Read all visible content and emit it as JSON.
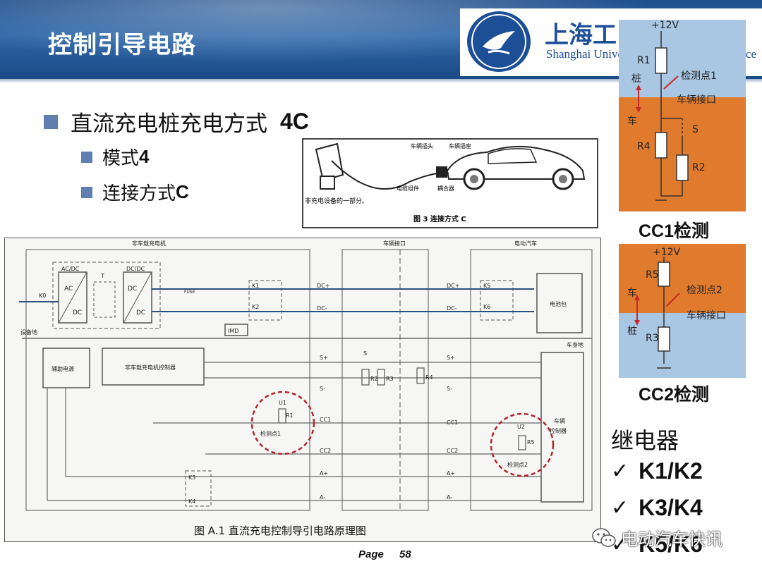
{
  "header": {
    "title": "控制引导电路",
    "logo_cn": "上海工",
    "logo_en": "Shanghai Unive",
    "logo_en_tail": "ce"
  },
  "bullets": {
    "main_text": "直流充电桩充电方式",
    "main_code": "4C",
    "sub1_text": "模式",
    "sub1_code": "4",
    "sub2_text": "连接方式",
    "sub2_code": "C"
  },
  "car_figure": {
    "label_plug": "车辆插头",
    "label_socket": "车辆插座",
    "label_cable": "电缆组件",
    "label_coupler": "耦合器",
    "side_text": "非充电设备的一部分。",
    "caption": "图 3   连接方式 C"
  },
  "schematic": {
    "sec_charger": "非车载充电机",
    "sec_interface": "车辆接口",
    "sec_vehicle": "电动汽车",
    "acdc_top": "AC/DC",
    "acdc_ac": "AC",
    "acdc_dc": "DC",
    "transformer": "T",
    "dcdc_top": "DC/DC",
    "dcdc_dc1": "DC",
    "dcdc_dc2": "DC",
    "k0": "K0",
    "k1": "K1",
    "k2": "K2",
    "k3": "K3",
    "k4": "K4",
    "k5": "K5",
    "k6": "K6",
    "fuse": "FUSE",
    "imd": "IMD",
    "equipment_ground": "设备地",
    "body_ground": "车身地",
    "aux_power": "辅助电源",
    "charger_controller": "非车载充电机控制器",
    "battery": "电池包",
    "vehicle_controller_1": "车辆",
    "vehicle_controller_2": "控制器",
    "dc_plus": "DC+",
    "dc_minus": "DC-",
    "s_plus": "S+",
    "s_minus": "S-",
    "cc1": "CC1",
    "cc2": "CC2",
    "a_plus": "A+",
    "a_minus": "A-",
    "r1": "R1",
    "r2": "R2",
    "r3": "R3",
    "r4": "R4",
    "r5": "R5",
    "u1": "U1",
    "u2": "U2",
    "s": "S",
    "detect1": "检测点1",
    "detect2": "检测点2",
    "caption": "图 A.1  直流充电控制导引电路原理图"
  },
  "cc1": {
    "voltage": "+12V",
    "r1": "R1",
    "r4": "R4",
    "r2": "R2",
    "s": "S",
    "pile": "桩",
    "car": "车",
    "detect": "检测点1",
    "interface": "车辆接口",
    "caption": "CC1检测"
  },
  "cc2": {
    "voltage": "+12V",
    "r5": "R5",
    "r3": "R3",
    "car": "车",
    "pile": "桩",
    "detect": "检测点2",
    "interface": "车辆接口",
    "caption": "CC2检测"
  },
  "relays": {
    "heading": "继电器",
    "check": "✓",
    "items": [
      "K1/K2",
      "K3/K4",
      "K5/K6"
    ]
  },
  "footer": {
    "page_label": "Page",
    "page_number": "58",
    "watermark": "电动汽车快讯"
  },
  "colors": {
    "header_blue": "#2c66a8",
    "bullet": "#5f7fb0",
    "vehicle_orange": "#e07b2e",
    "pile_blue": "#a9c6e3",
    "detect_circle": "#b0262b",
    "arrow_red": "#c62828"
  },
  "icons": [
    "check-icon",
    "wechat-icon"
  ]
}
